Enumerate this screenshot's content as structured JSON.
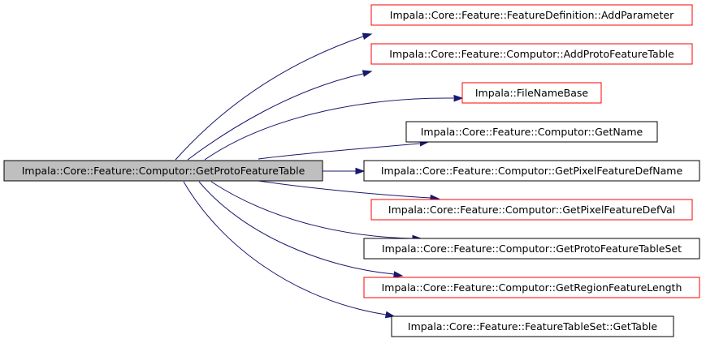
{
  "graph": {
    "colors": {
      "root_fill": "#bfbfbf",
      "root_border": "#000000",
      "documented_border": "#000000",
      "undocumented_border": "#ff0000",
      "edge": "#191970",
      "text": "#000000"
    },
    "root": {
      "label": "Impala::Core::Feature::Computor::GetProtoFeatureTable"
    },
    "callees": [
      {
        "label": "Impala::Core::Feature::FeatureDefinition::AddParameter",
        "border": "red"
      },
      {
        "label": "Impala::Core::Feature::Computor::AddProtoFeatureTable",
        "border": "red"
      },
      {
        "label": "Impala::FileNameBase",
        "border": "red"
      },
      {
        "label": "Impala::Core::Feature::Computor::GetName",
        "border": "black"
      },
      {
        "label": "Impala::Core::Feature::Computor::GetPixelFeatureDefName",
        "border": "black"
      },
      {
        "label": "Impala::Core::Feature::Computor::GetPixelFeatureDefVal",
        "border": "red"
      },
      {
        "label": "Impala::Core::Feature::Computor::GetProtoFeatureTableSet",
        "border": "black"
      },
      {
        "label": "Impala::Core::Feature::Computor::GetRegionFeatureLength",
        "border": "red"
      },
      {
        "label": "Impala::Core::Feature::FeatureTableSet::GetTable",
        "border": "black"
      }
    ]
  }
}
